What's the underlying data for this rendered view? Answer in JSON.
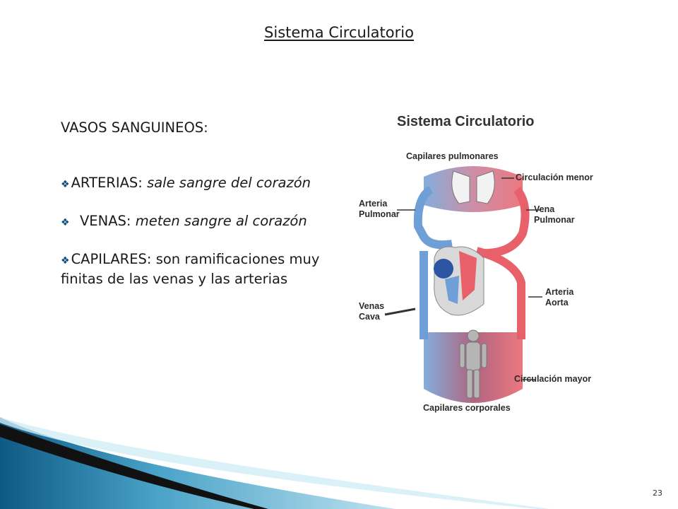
{
  "title": "Sistema Circulatorio",
  "content": {
    "heading": "VASOS SANGUINEOS:",
    "bullets": [
      {
        "term": "ARTERIAS:",
        "desc": "sale sangre del corazón"
      },
      {
        "term": "VENAS:",
        "desc": "meten sangre al corazón"
      },
      {
        "term": "CAPILARES:",
        "desc": "son ramificaciones muy finitas de las venas y las arterias"
      }
    ]
  },
  "diagram": {
    "title": "Sistema Circulatorio",
    "labels": {
      "top": "Capilares pulmonares",
      "circ_menor": "Circulación menor",
      "arteria_pulmonar_1": "Arteria",
      "arteria_pulmonar_2": "Pulmonar",
      "vena_pulmonar_1": "Vena",
      "vena_pulmonar_2": "Pulmonar",
      "venas_cava_1": "Venas",
      "venas_cava_2": "Cava",
      "arteria_aorta_1": "Arteria",
      "arteria_aorta_2": "Aorta",
      "circ_mayor": "Circulación mayor",
      "bottom": "Capilares corporales"
    },
    "colors": {
      "venous": "#6e9fd6",
      "arterial": "#e8606a"
    }
  },
  "page_number": "23"
}
